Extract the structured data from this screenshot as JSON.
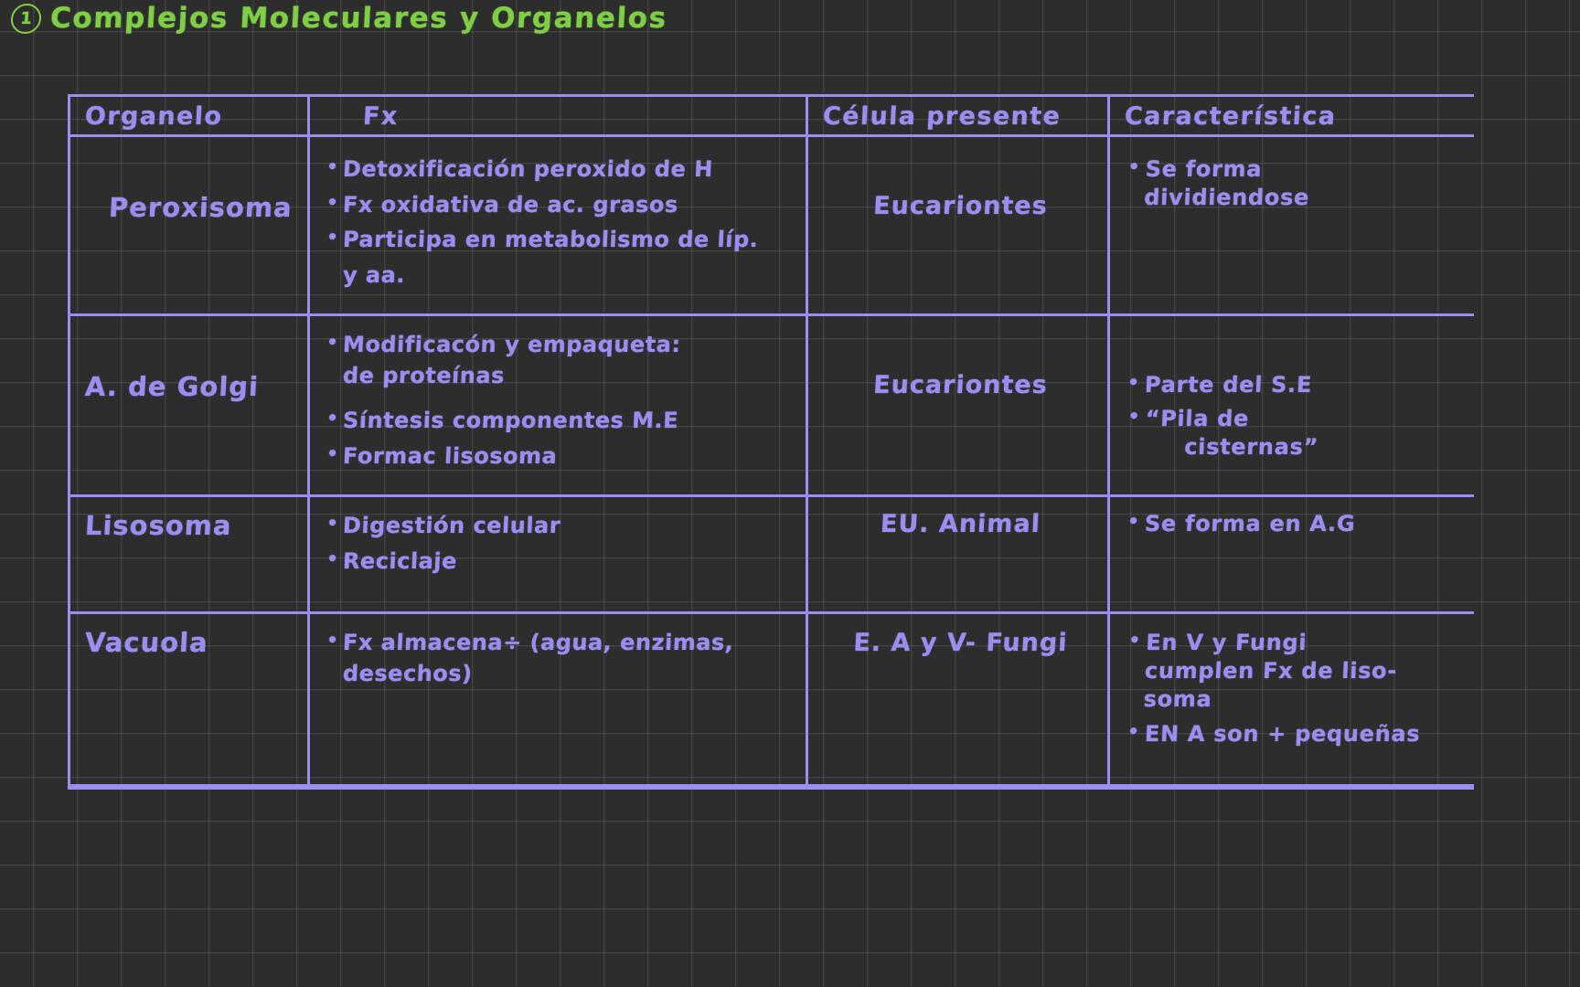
{
  "title": {
    "number": "1",
    "text": "Complejos  Moleculares  y  Organelos",
    "color": "#7fcf45"
  },
  "table": {
    "ink_color": "#9a8ef0",
    "headers": {
      "organelo": "Organelo",
      "fx": "Fx",
      "celula": "Célula  presente",
      "caracteristica": "Característica"
    },
    "rows": [
      {
        "organelo": "Peroxisoma",
        "fx": [
          "Detoxificación  peroxido  de H",
          "Fx  oxidativa  de  ac. grasos",
          "Participa  en  metabolismo  de líp.",
          "y aa."
        ],
        "celula": "Eucariontes",
        "caracteristica": [
          {
            "main": "Se  forma",
            "sub": "dividiendose"
          }
        ]
      },
      {
        "organelo": "A. de   Golgi",
        "fx": [
          "Modificacón   y empaqueta:",
          "de  proteínas",
          "Síntesis  componentes  M.E",
          "Formac   lisosoma"
        ],
        "celula": "Eucariontes",
        "caracteristica": [
          {
            "main": "Parte  del  S.E",
            "sub": ""
          },
          {
            "main": "“Pila  de",
            "sub": "cisternas”"
          }
        ]
      },
      {
        "organelo": "Lisosoma",
        "fx": [
          "Digestión  celular",
          "Reciclaje"
        ],
        "celula": "EU. Animal",
        "caracteristica": [
          {
            "main": "Se  forma  en  A.G",
            "sub": ""
          }
        ]
      },
      {
        "organelo": "Vacuola",
        "fx": [
          "Fx   almacena÷ (agua, enzimas,",
          "desechos)"
        ],
        "celula": "E. A y V- Fungi",
        "caracteristica": [
          {
            "main": "En V y Fungi",
            "sub": "cumplen Fx  de liso-",
            "sub2": "soma"
          },
          {
            "main": "EN A  son  +  pequeñas",
            "sub": ""
          }
        ]
      }
    ]
  }
}
